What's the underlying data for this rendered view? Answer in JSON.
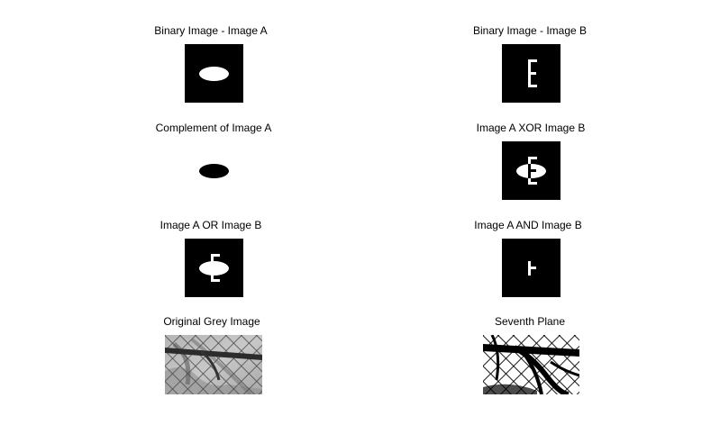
{
  "panels": [
    {
      "title": "Binary Image - Image A"
    },
    {
      "title": "Binary Image - Image B"
    },
    {
      "title": "Complement of Image A"
    },
    {
      "title": "Image A XOR Image B"
    },
    {
      "title": "Image A OR Image B"
    },
    {
      "title": "Image A AND Image B"
    },
    {
      "title": "Original Grey Image"
    },
    {
      "title": "Seventh Plane"
    }
  ]
}
